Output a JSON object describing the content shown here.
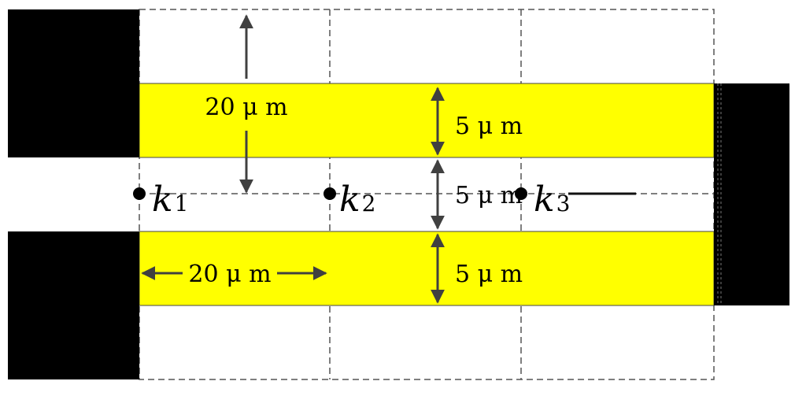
{
  "colors": {
    "strip_fill": "#ffff00",
    "electrode_fill": "#000000",
    "arrow_color": "#404040",
    "grid_dash": "#555555"
  },
  "labels": {
    "dim_top_vertical": "20 μ m",
    "dim_strip_top": "5 μ m",
    "dim_gap": "5 μ m",
    "dim_strip_bottom": "5 μ m",
    "dim_horizontal": "20 μ m"
  },
  "nodes": [
    {
      "name": "k",
      "sub": "1"
    },
    {
      "name": "k",
      "sub": "2"
    },
    {
      "name": "k",
      "sub": "3"
    }
  ]
}
